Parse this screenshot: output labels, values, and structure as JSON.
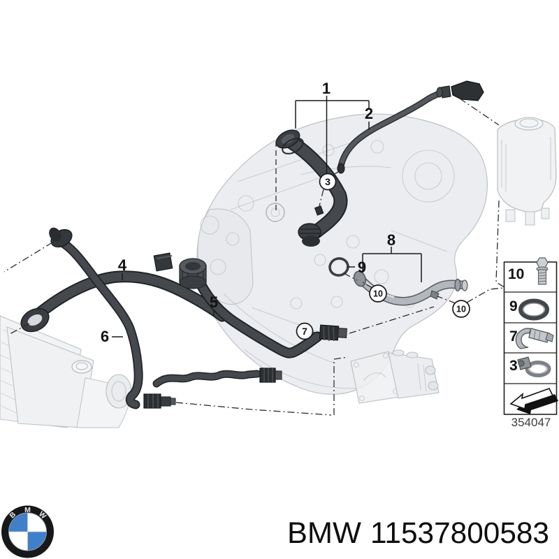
{
  "colors": {
    "hose_dark": "#45494e",
    "hose_outline": "#212426",
    "metal_pipe": "#b3b8bd",
    "faded_part": "#e9ebee",
    "leader": "#2c2c2c",
    "roundel_blue": "#3f80c9"
  },
  "callouts": {
    "n1": "1",
    "n2": "2",
    "n3": "3",
    "n4": "4",
    "n5": "5",
    "n6": "6",
    "n7": "7",
    "n8": "8",
    "n9": "9",
    "n10a": "10",
    "n10b": "10"
  },
  "legend": {
    "items": [
      {
        "num": "10",
        "icon": "bolt-icon"
      },
      {
        "num": "9",
        "icon": "o-ring-icon"
      },
      {
        "num": "7",
        "icon": "spring-clamp-icon"
      },
      {
        "num": "3",
        "icon": "screw-clamp-icon"
      }
    ],
    "arrow_icon": "direction-arrow-icon",
    "diagram_number": "354047"
  },
  "footer": {
    "brand": "BMW",
    "part_number": "11537800583",
    "logo_letters": {
      "b": "B",
      "m": "M",
      "w": "W"
    }
  }
}
